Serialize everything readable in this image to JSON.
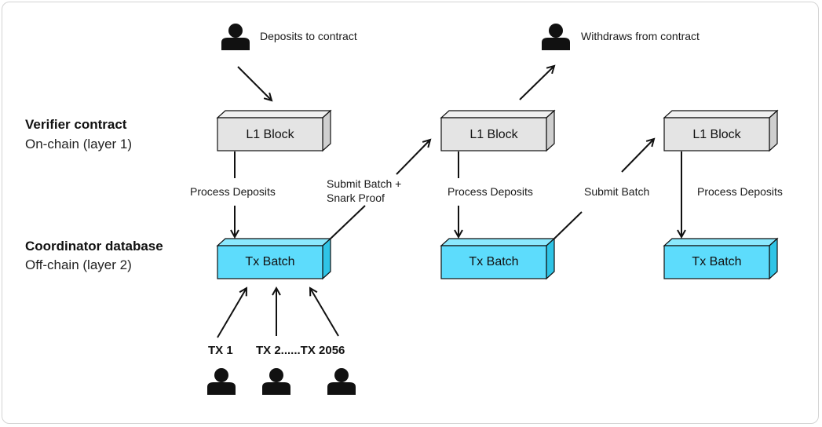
{
  "layers": {
    "onchain": {
      "title": "Verifier contract",
      "subtitle": "On-chain (layer 1)"
    },
    "offchain": {
      "title": "Coordinator database",
      "subtitle": "Off-chain (layer 2)"
    }
  },
  "actors": {
    "depositor": {
      "caption": "Deposits to contract",
      "icon": "user-icon"
    },
    "withdrawer": {
      "caption": "Withdraws from contract",
      "icon": "user-icon"
    },
    "tx_senders": [
      {
        "label": "TX 1",
        "icon": "user-icon"
      },
      {
        "label": "TX 2......TX 2056",
        "icon": "user-icon"
      },
      {
        "label": "",
        "icon": "user-icon"
      }
    ]
  },
  "blocks": {
    "l1": [
      "L1 Block",
      "L1 Block",
      "L1 Block"
    ],
    "batch": [
      "Tx Batch",
      "Tx Batch",
      "Tx Batch"
    ]
  },
  "edges": {
    "process_deposits": [
      "Process Deposits",
      "Process Deposits",
      "Process Deposits"
    ],
    "submit_batch_snark": [
      "Submit Batch +",
      "Snark Proof"
    ],
    "submit_batch": "Submit Batch"
  },
  "colors": {
    "l1_fill": "#e4e4e4",
    "batch_fill": "#5ddcfc",
    "stroke": "#111111"
  }
}
